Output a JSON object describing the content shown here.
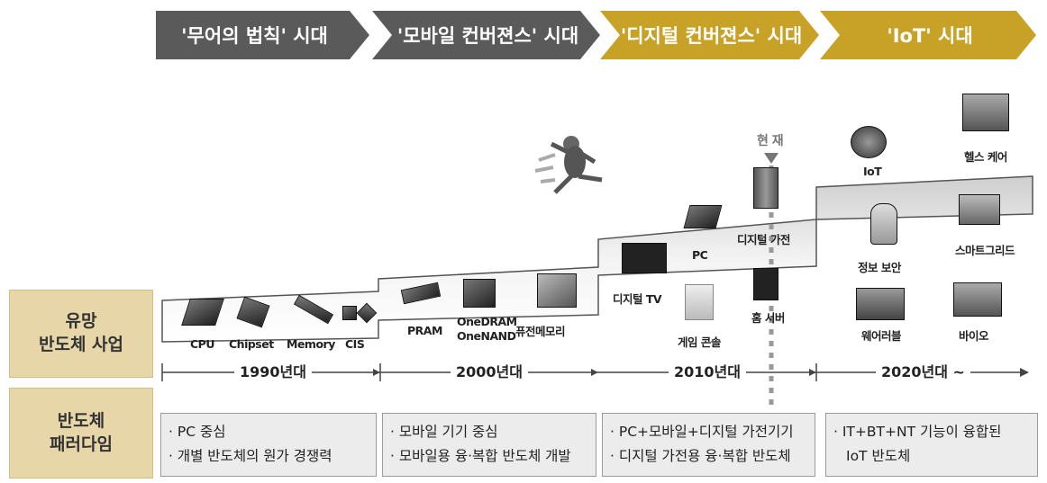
{
  "eras": [
    {
      "label": "'무어의 법칙' 시대",
      "color": "#5a5a5a"
    },
    {
      "label": "'모바일 컨버젼스' 시대",
      "color": "#5a5a5a"
    },
    {
      "label": "'디지털 컨버젼스' 시대",
      "color": "#c8a227"
    },
    {
      "label": "'IoT' 시대",
      "color": "#c8a227"
    }
  ],
  "row_labels": {
    "business_line1": "유망",
    "business_line2": "반도체 사업",
    "paradigm_line1": "반도체",
    "paradigm_line2": "패러다임"
  },
  "products": {
    "p1990": [
      "CPU",
      "Chipset",
      "Memory",
      "CIS"
    ],
    "p2000": [
      "PRAM",
      "OneDRAM",
      "OneNAND",
      "퓨전메모리"
    ],
    "p2010": [
      "디지털 TV",
      "PC",
      "디지털 가전",
      "게임 콘솔",
      "홈 서버"
    ],
    "p2020": [
      "IoT",
      "헬스 케어",
      "정보 보안",
      "스마트그리드",
      "웨어러블",
      "바이오"
    ]
  },
  "now_label": "현 재",
  "decades": [
    "1990년대",
    "2000년대",
    "2010년대",
    "2020년대 ~"
  ],
  "paradigms": [
    [
      "· PC 중심",
      "· 개별 반도체의 원가 경쟁력"
    ],
    [
      "· 모바일 기기 중심",
      "· 모바일용 융·복합 반도체 개발"
    ],
    [
      "· PC+모바일+디지털 가전기기",
      "· 디지털 가전용 융·복합 반도체"
    ],
    [
      "· IT+BT+NT 기능이 융합된",
      "IoT 반도체"
    ]
  ]
}
